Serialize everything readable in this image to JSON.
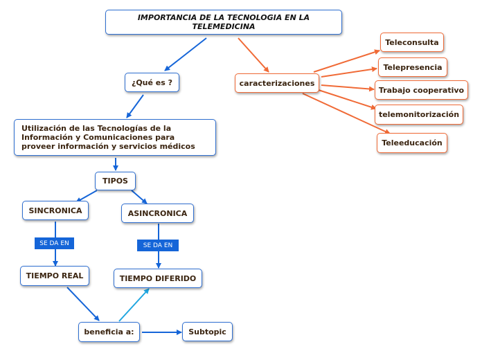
{
  "root": {
    "title": "IMPORTANCIA DE LA TECNOLOGIA EN LA  TELEMEDICINA"
  },
  "nodes": {
    "que_es": "¿Qué es ?",
    "definicion": "Utilización de las Tecnologías de la Información y Comunicaciones para proveer información y servicios médicos",
    "tipos": "TIPOS",
    "sincronica": "SINCRONICA",
    "asincronica": "ASINCRONICA",
    "tiempo_real": "TIEMPO REAL",
    "tiempo_diferido": "TIEMPO DIFERIDO",
    "beneficia": "beneficia a:",
    "subtopic": "Subtopic",
    "caracterizaciones": "caracterizaciones"
  },
  "caracterizaciones_items": [
    "Teleconsulta",
    "Telepresencia",
    "Trabajo cooperativo",
    "telemonitorización",
    "Teleeducación"
  ],
  "relation_labels": {
    "sincronica_se_da_en": "SE DA EN",
    "asincronica_se_da_en": "SE DA EN"
  },
  "colors": {
    "blue_connector": "#1565d8",
    "orange_connector": "#f06a36",
    "cyan_connector": "#1fa6e0",
    "node_text": "#3a2410"
  }
}
